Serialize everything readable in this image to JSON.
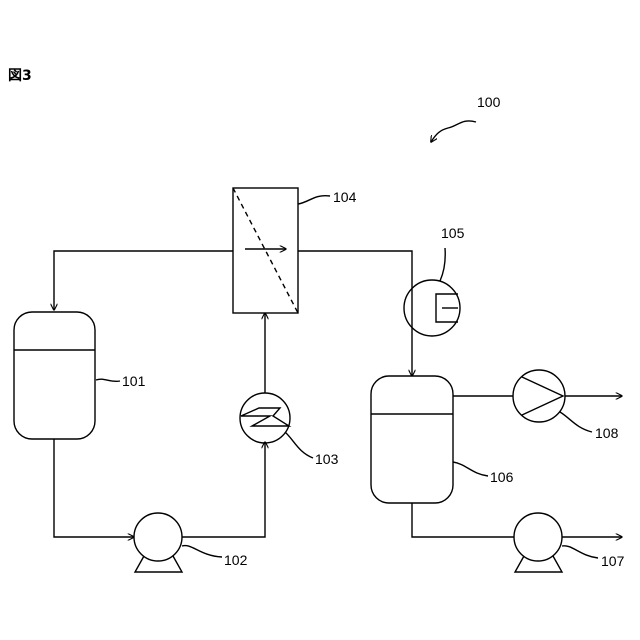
{
  "figure_label": "図3",
  "labels": {
    "system": "100",
    "tank_101": "101",
    "pump_102": "102",
    "heater_103": "103",
    "membrane_104": "104",
    "condenser_105": "105",
    "tank_106": "106",
    "pump_107": "107",
    "compressor_108": "108"
  }
}
